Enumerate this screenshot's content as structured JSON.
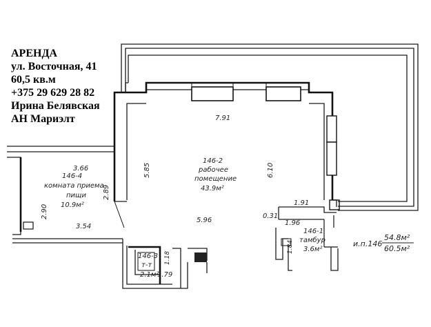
{
  "listing": {
    "line1": "АРЕНДА",
    "line2": "ул. Восточная, 41",
    "line3": "60,5 кв.м",
    "line4": "+375 29 629 28 82",
    "line5": "Ирина Белявская",
    "line6": "АН Мариэлт"
  },
  "rooms": {
    "r2": {
      "id": "146-2",
      "name1": "рабочее",
      "name2": "помещение",
      "area": "43.9м²"
    },
    "r4": {
      "id": "146-4",
      "name1": "комната приема",
      "name2": "пищи",
      "area": "10.9м²"
    },
    "r3": {
      "id": "146-3",
      "name1": "т-т",
      "area": "2.1м²"
    },
    "r1": {
      "id": "146-1",
      "name1": "тамбур",
      "area": "3.6м²"
    }
  },
  "dimensions": {
    "top_width": "7.91",
    "left_height": "5.85",
    "right_height": "6.10",
    "bottom_width": "5.96",
    "room4_width": "3.66",
    "room4_height": "2.90",
    "room4_bottom": "3.54",
    "room4_side": "2.89",
    "vest_top": "1.91",
    "vest_small": "0.31",
    "vest_width": "1.96",
    "vest_height": "1.84",
    "wc_height": "1.18",
    "wc_width": "1.79"
  },
  "summary": {
    "unit": "и.п.146",
    "area_main": "54.8м²",
    "area_total": "60.5м²"
  }
}
